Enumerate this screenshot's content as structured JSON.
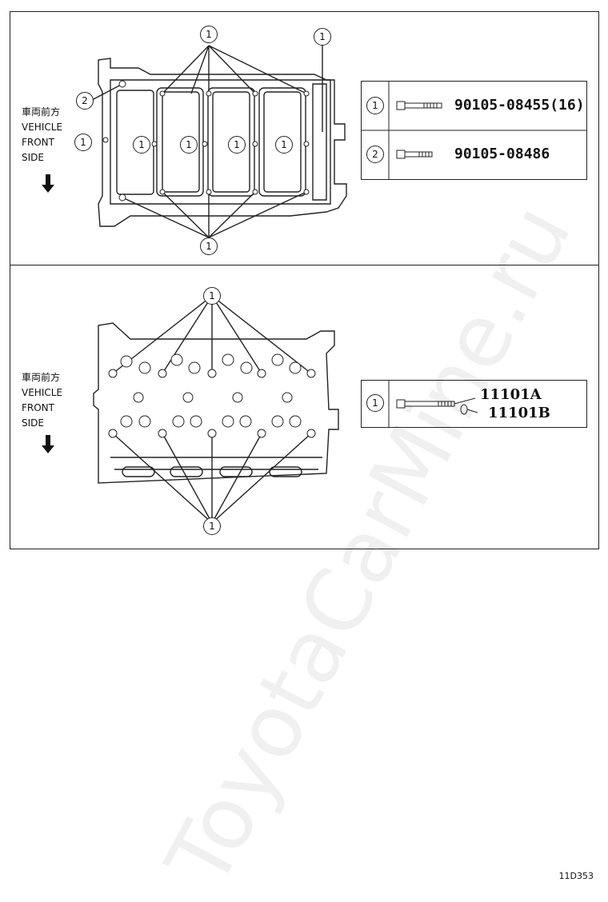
{
  "panels": {
    "top": {
      "front_label": {
        "jp": "車両前方",
        "line1": "VEHICLE",
        "line2": "FRONT",
        "line3": "SIDE"
      },
      "callouts": [
        "1",
        "1",
        "2",
        "1",
        "1",
        "1",
        "1",
        "1",
        "1"
      ],
      "legend": [
        {
          "num": "1",
          "part": "90105-08455(16)"
        },
        {
          "num": "2",
          "part": "90105-08486"
        }
      ]
    },
    "bottom": {
      "front_label": {
        "jp": "車両前方",
        "line1": "VEHICLE",
        "line2": "FRONT",
        "line3": "SIDE"
      },
      "callouts": [
        "1",
        "1"
      ],
      "legend": [
        {
          "num": "1",
          "part_a": "11101A",
          "part_b": "11101B"
        }
      ]
    }
  },
  "footer_code": "11D353",
  "watermark": "ToyotaCarMine.ru"
}
